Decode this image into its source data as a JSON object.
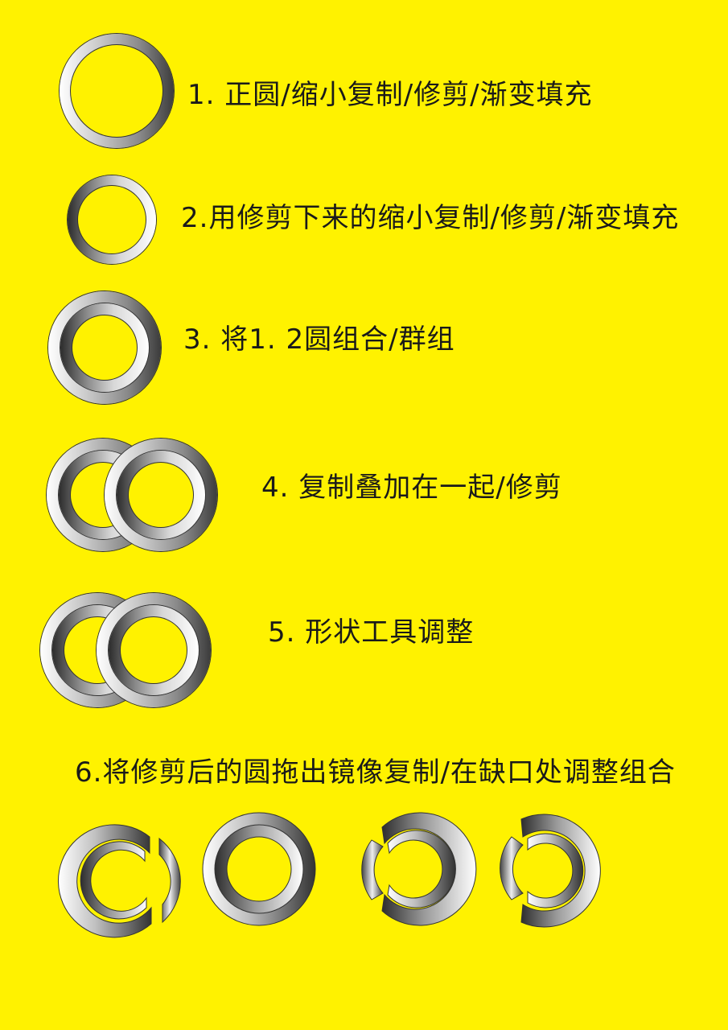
{
  "steps": [
    {
      "text": "1. 正圆/缩小复制/修剪/渐变填充"
    },
    {
      "text": "2.用修剪下来的缩小复制/修剪/渐变填充"
    },
    {
      "text": "3. 将1. 2圆组合/群组"
    },
    {
      "text": "4. 复制叠加在一起/修剪"
    },
    {
      "text": "5. 形状工具调整"
    },
    {
      "text": "6.将修剪后的圆拖出镜像复制/在缺口处调整组合"
    }
  ],
  "colors": {
    "background": "#FFF200",
    "text": "#1a1a1a",
    "ring_light": "#ffffff",
    "ring_dark": "#2c2c2c"
  }
}
